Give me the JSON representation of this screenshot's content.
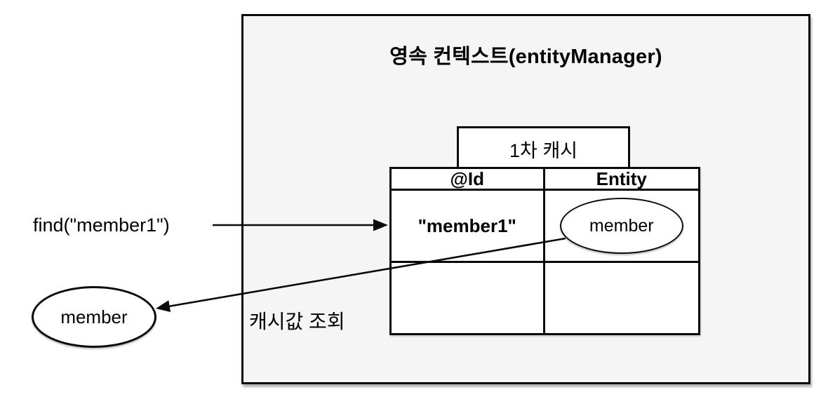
{
  "diagram": {
    "container": {
      "title": "영속 컨텍스트(entityManager)"
    },
    "first_level_cache": {
      "label": "1차 캐시",
      "table": {
        "headers": [
          "@Id",
          "Entity"
        ],
        "rows": [
          {
            "id": "\"member1\"",
            "entity": "member"
          },
          {
            "id": "",
            "entity": ""
          }
        ]
      }
    },
    "annotations": {
      "find_call": "find(\"member1\")",
      "cache_lookup": "캐시값 조회"
    },
    "result_entity": {
      "label": "member"
    },
    "colors": {
      "container_fill": "#f5f5f5",
      "node_fill": "#ffffff",
      "stroke": "#0a0a0a"
    }
  }
}
